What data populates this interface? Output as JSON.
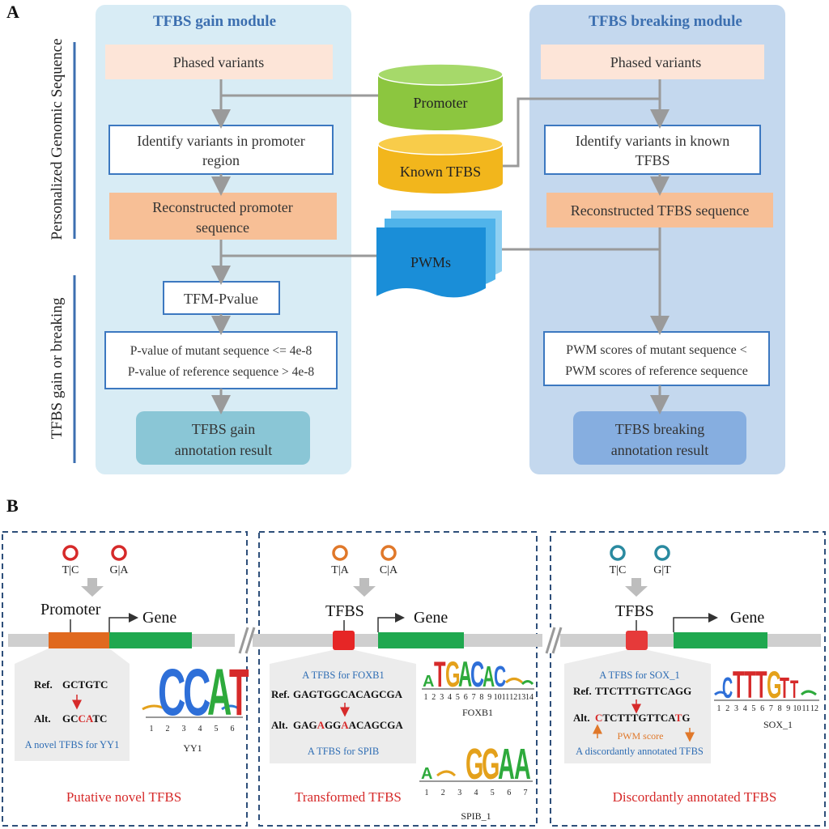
{
  "panel_a": {
    "label": "A",
    "side_top": "Personalized Genomic Sequence",
    "side_bottom": "TFBS gain or breaking",
    "gain": {
      "title": "TFBS gain module",
      "phased": "Phased variants",
      "identify": [
        "Identify variants in promoter",
        "region"
      ],
      "reconstructed": [
        "Reconstructed promoter",
        "sequence"
      ],
      "tfm": "TFM-Pvalue",
      "criteria": [
        "P-value of mutant sequence <= 4e-8",
        "P-value of reference sequence > 4e-8"
      ],
      "result": [
        "TFBS gain",
        "annotation result"
      ]
    },
    "breaking": {
      "title": "TFBS breaking module",
      "phased": "Phased variants",
      "identify": [
        "Identify variants in known",
        "TFBS"
      ],
      "reconstructed": "Reconstructed TFBS sequence",
      "criteria": [
        "PWM scores of mutant sequence <",
        "PWM  scores of reference sequence"
      ],
      "result": [
        "TFBS breaking",
        "annotation result"
      ]
    },
    "resources": {
      "promoter": "Promoter",
      "known_tfbs": "Known TFBS",
      "pwms": "PWMs"
    }
  },
  "panel_b": {
    "label": "B",
    "novel": {
      "alleles": [
        "T|C",
        "G|A"
      ],
      "element": "Promoter",
      "gene": "Gene",
      "ref_label": "Ref.",
      "ref_seq": "GCTGTC",
      "alt_label": "Alt.",
      "alt_seq": [
        "GC",
        "CA",
        "TC"
      ],
      "note": "A novel TFBS for YY1",
      "logo_letters": [
        "C",
        "C",
        "A",
        "T"
      ],
      "logo_ticks": [
        "1",
        "2",
        "3",
        "4",
        "5",
        "6"
      ],
      "logo_name": "YY1",
      "caption": "Putative novel TFBS"
    },
    "transformed": {
      "alleles": [
        "T|A",
        "C|A"
      ],
      "element": "TFBS",
      "gene": "Gene",
      "top_note": "A TFBS for FOXB1",
      "ref_label": "Ref.",
      "ref_seq": "GAGTGGCACAGCGA",
      "alt_label": "Alt.",
      "alt_seq": [
        "GAG",
        "A",
        "GG",
        "A",
        "ACAGCGA"
      ],
      "bottom_note": "A TFBS for SPIB",
      "logo1_letters": [
        "A",
        "T",
        "G",
        "A",
        "C",
        "A",
        "C"
      ],
      "logo1_ticks": [
        "1",
        "2",
        "3",
        "4",
        "5",
        "6",
        "7",
        "8",
        "9",
        "10",
        "11",
        "12",
        "13",
        "14"
      ],
      "logo1_name": "FOXB1",
      "logo2_letters": [
        "A",
        "G",
        "G",
        "A",
        "A"
      ],
      "logo2_ticks": [
        "1",
        "2",
        "3",
        "4",
        "5",
        "6",
        "7"
      ],
      "logo2_name": "SPIB_1",
      "caption": "Transformed TFBS"
    },
    "discordant": {
      "alleles": [
        "T|C",
        "G|T"
      ],
      "element": "TFBS",
      "gene": "Gene",
      "top_note": "A TFBS for SOX_1",
      "ref_label": "Ref.",
      "ref_seq": "TTCTTTGTTCAGG",
      "alt_label": "Alt.",
      "alt_seq": [
        "C",
        "TCTTTGTTCA",
        "T",
        "G"
      ],
      "pwm_note": "PWM score",
      "bottom_note": "A discordantly annotated TFBS",
      "logo_letters": [
        "C",
        "T",
        "T",
        "T",
        "G",
        "T",
        "T"
      ],
      "logo_ticks": [
        "1",
        "2",
        "3",
        "4",
        "5",
        "6",
        "7",
        "8",
        "9",
        "10",
        "11",
        "12"
      ],
      "logo_name": "SOX_1",
      "caption": "Discordantly annotated TFBS"
    }
  }
}
